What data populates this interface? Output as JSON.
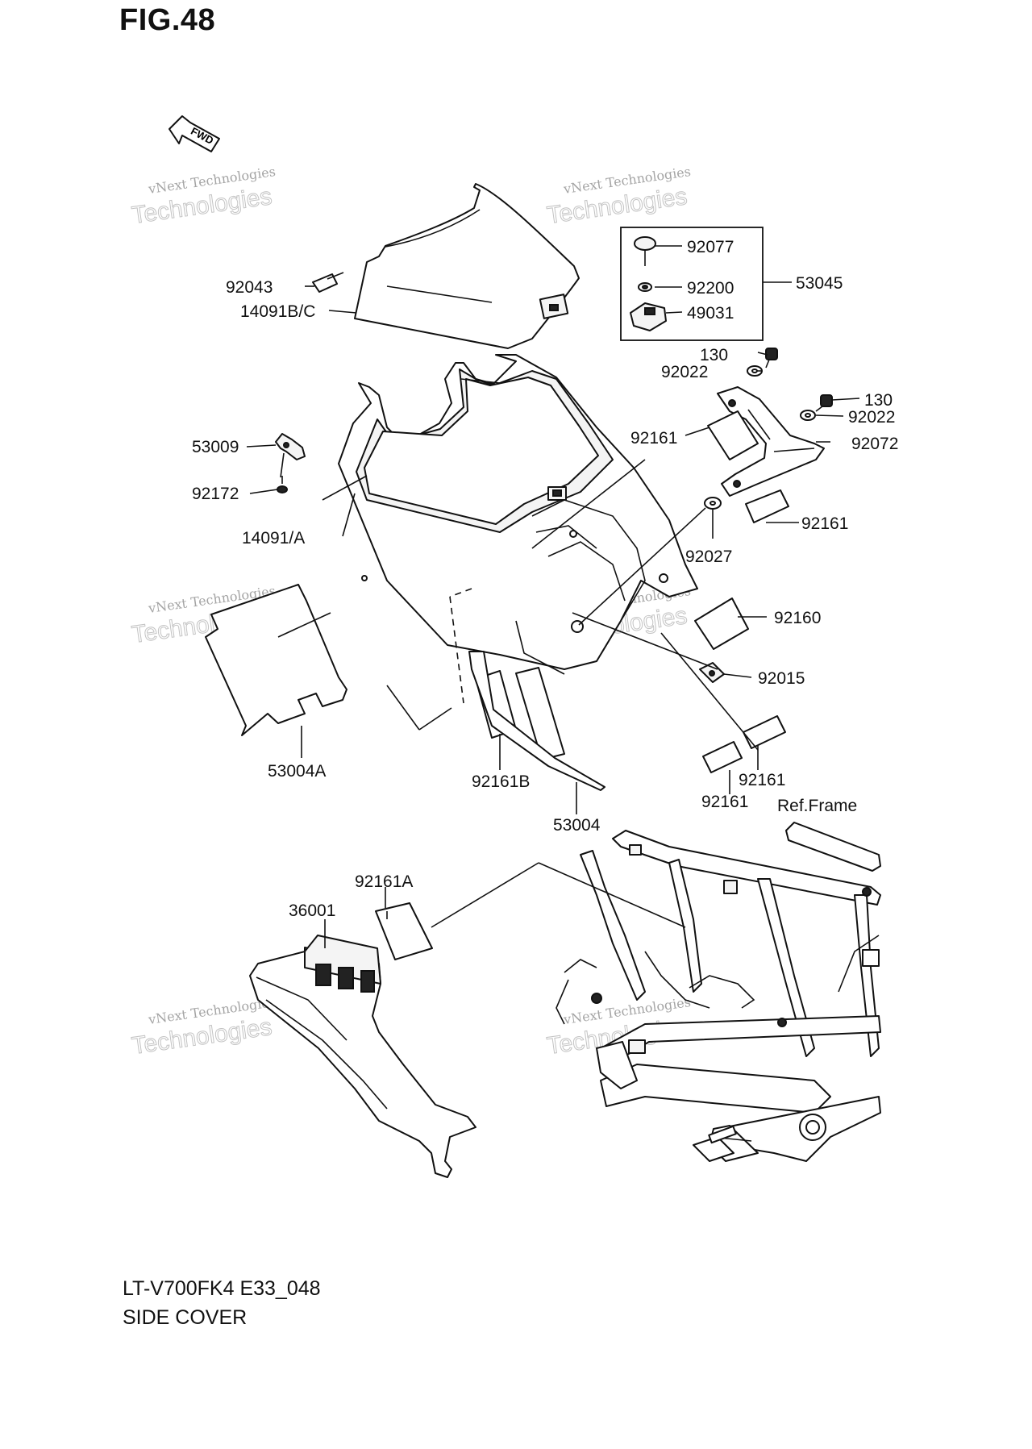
{
  "figure": {
    "title": "FIG.48"
  },
  "footer": {
    "code": "LT-V700FK4 E33_048",
    "title": "SIDE COVER"
  },
  "fwd_label": "FWD",
  "watermark": {
    "line1": "vNext Technologies",
    "line2": "Technologies"
  },
  "parts": [
    "92043",
    "14091B/C",
    "92077",
    "92200",
    "49031",
    "53045",
    "130",
    "92022",
    "130",
    "92022",
    "92161",
    "92072",
    "53009",
    "92172",
    "14091/A",
    "92161",
    "92027",
    "92160",
    "92015",
    "53004A",
    "92161B",
    "53004",
    "92161",
    "92161",
    "Ref.Frame",
    "92161A",
    "36001"
  ],
  "colors": {
    "line": "#111111",
    "watermark": "#9a9a9a"
  }
}
